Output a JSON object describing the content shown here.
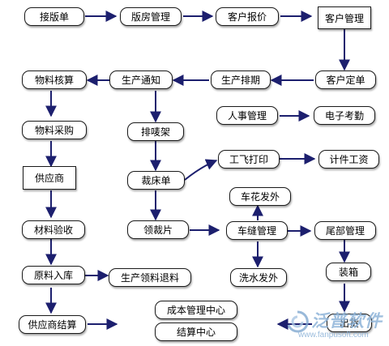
{
  "nodes": {
    "jiebandan": "接版单",
    "banfang": "版房管理",
    "kehubaojia": "客户报价",
    "kehuguanli": "客户管理",
    "kehudingdan": "客户定单",
    "shengchanpaiqi": "生产排期",
    "shengchantongzhi": "生产通知",
    "wuliaohesuan": "物料核算",
    "renshi": "人事管理",
    "dianzikaoqin": "电子考勤",
    "wuliaocaigou": "物料采购",
    "paimaijia": "排唛架",
    "gongfei": "工飞打印",
    "jijian": "计件工资",
    "gongyingshang": "供应商",
    "caichuangdan": "裁床单",
    "chehuafawai": "车花发外",
    "cailiaoyanshou": "材料验收",
    "lingcaipian": "领裁片",
    "chefeng": "车缝管理",
    "weibu": "尾部管理",
    "yuanliaoruku": "原料入库",
    "lingliaotuiliao": "生产领料退料",
    "xishui": "洗水发外",
    "zhuangxiang": "装箱",
    "chengben": "成本管理中心",
    "gongyingshangjiesuan": "供应商结算",
    "jiesuan": "结算中心",
    "chuhuo": "出货"
  },
  "logo": {
    "name": "泛普软件",
    "url": "www.fanpusoft.com"
  }
}
